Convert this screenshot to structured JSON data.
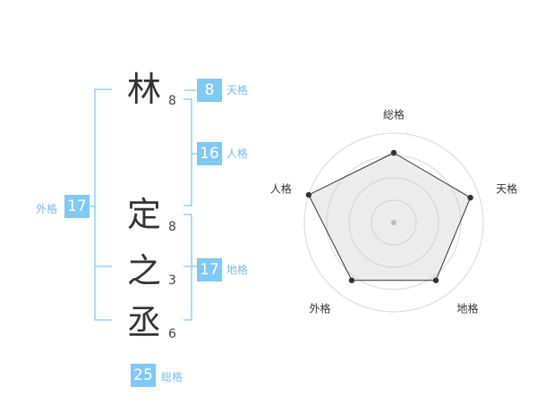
{
  "name": {
    "surname": [
      {
        "char": "林",
        "strokes": "8"
      }
    ],
    "given": [
      {
        "char": "定",
        "strokes": "8"
      },
      {
        "char": "之",
        "strokes": "3"
      },
      {
        "char": "丞",
        "strokes": "6"
      }
    ]
  },
  "kaku": {
    "tenkaku": {
      "label": "天格",
      "value": "8"
    },
    "jinkaku": {
      "label": "人格",
      "value": "16"
    },
    "chikaku": {
      "label": "地格",
      "value": "17"
    },
    "gaikaku": {
      "label": "外格",
      "value": "17"
    },
    "soukaku": {
      "label": "総格",
      "value": "25"
    }
  },
  "colors": {
    "accent": "#80c8f5",
    "bracket": "#80c8f5",
    "label": "#7ab9e6",
    "text": "#333333"
  },
  "chart_data": {
    "type": "radar",
    "axes": [
      "総格",
      "天格",
      "地格",
      "外格",
      "人格"
    ],
    "values": [
      0.78,
      0.9,
      0.8,
      0.8,
      1.0
    ],
    "rmax": 1.0,
    "rings": 4
  }
}
